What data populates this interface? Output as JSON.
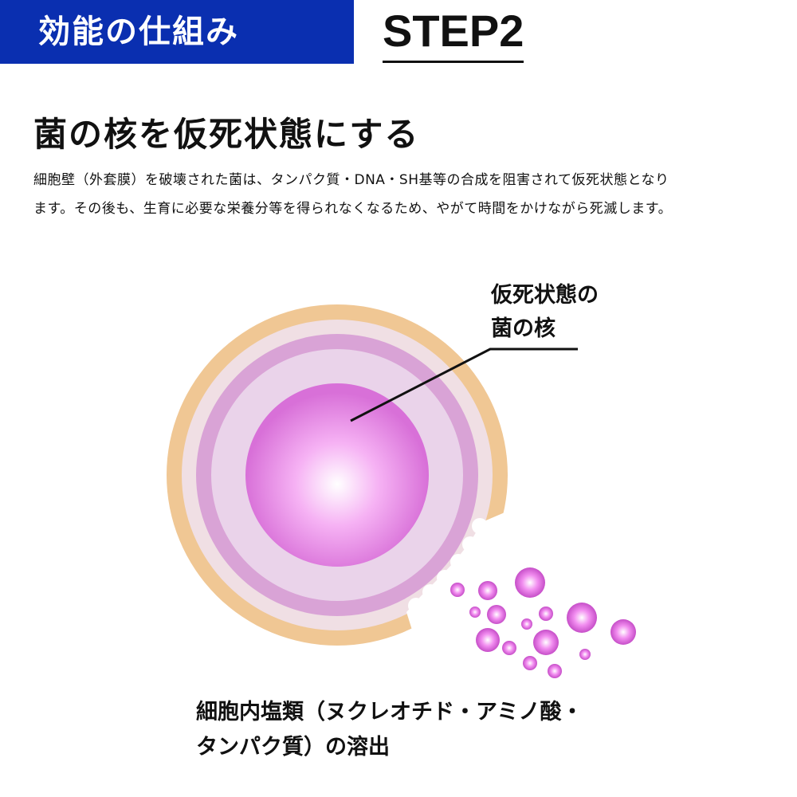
{
  "header": {
    "section_label": "効能の仕組み",
    "step_label": "STEP2"
  },
  "title": "菌の核を仮死状態にする",
  "description": [
    "細胞壁（外套膜）を破壊された菌は、タンパク質・DNA・SH基等の合成を阻害されて仮死状態となり",
    "ます。その後も、生育に必要な栄養分等を得られなくなるため、やがて時間をかけながら死滅します。"
  ],
  "callout": [
    "仮死状態の",
    "菌の核"
  ],
  "caption": [
    "細胞内塩類（ヌクレオチド・アミノ酸・",
    "タンパク質）の溶出"
  ],
  "colors": {
    "header_bg": "#0a2fb0",
    "wall": "#f0c794",
    "ring_purple": "#d9a3d6",
    "core": "#e77fe6"
  }
}
